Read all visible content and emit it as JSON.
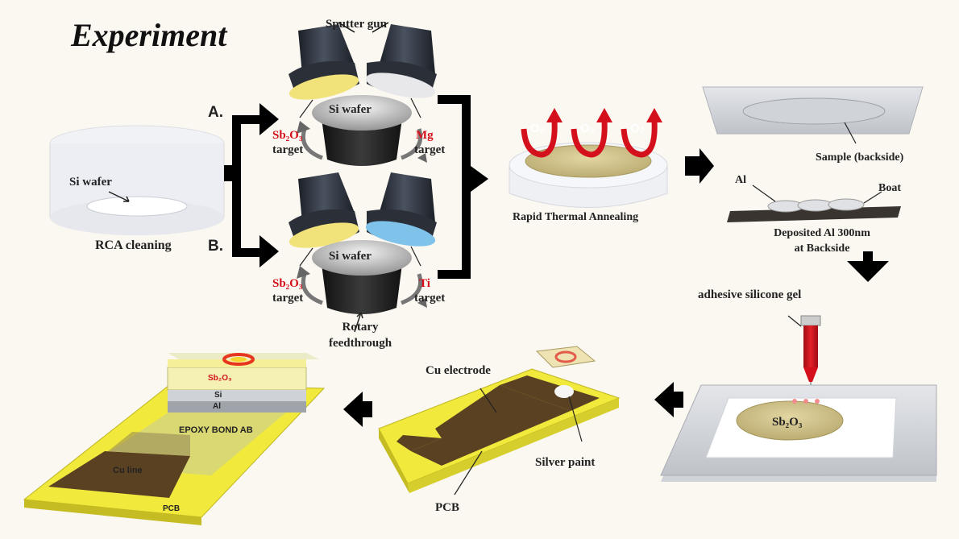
{
  "title": "Experiment",
  "labels": {
    "sputter_gun": "Sputter gun",
    "path_a": "A.",
    "path_b": "B.",
    "si_wafer_a": "Si wafer",
    "si_wafer_b": "Si wafer",
    "si_wafer_rca": "Si wafer",
    "sb2o3_target_a": "Sb₂O₃",
    "sb2o3_target_b": "Sb₂O₃",
    "mg_target": "Mg",
    "ti_target": "Ti",
    "target_word": "target",
    "rca_cleaning": "RCA cleaning",
    "rotary": "Rotary",
    "feedthrough": "feedthrough",
    "o2": "O₂",
    "rta": "Rapid Thermal Annealing",
    "sample_backside": "Sample (backside)",
    "al": "Al",
    "boat": "Boat",
    "deposited_1": "Deposited Al 300nm",
    "deposited_2": "at Backside",
    "adhesive": "adhesive silicone gel",
    "sb2o3_sample": "Sb₂O₃",
    "cu_electrode": "Cu electrode",
    "silver_paint": "Silver paint",
    "pcb_middle": "PCB",
    "stack_sb2o3": "Sb₂O₃",
    "stack_si": "Si",
    "stack_al": "Al",
    "epoxy": "EPOXY BOND  AB",
    "cu_line": "Cu line",
    "pcb_left": "PCB"
  },
  "colors": {
    "accent_red": "#d4101c",
    "gun_dark": "#2b3038",
    "sb2o3_glow": "#f1e27a",
    "mg_glow": "#e8e8ea",
    "ti_glow": "#7fc2ea",
    "wafer_gold": "#c9bb82",
    "pcb_yellow": "#f1ea3c",
    "copper": "#5a4122"
  }
}
